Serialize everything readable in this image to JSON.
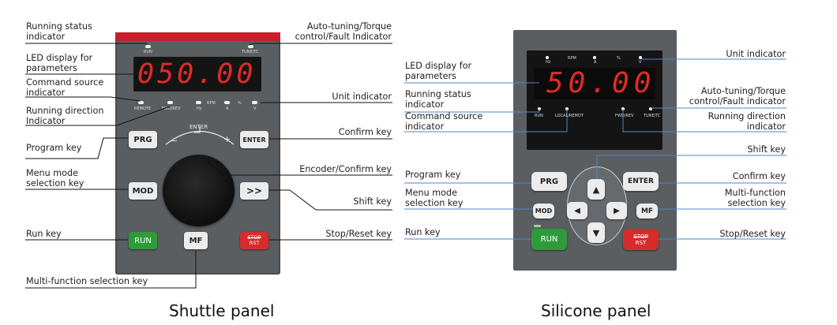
{
  "shuttle_panel": {
    "caption": "Shuttle panel",
    "display_value": "050.00",
    "indicators": {
      "run": "RUN",
      "tune": "TUNE/TC",
      "remote": "REMOTE",
      "fwdrev": "FWD/REV",
      "hz": "Hz",
      "a": "A",
      "v": "V",
      "rpm": "RPM",
      "pct": "%"
    },
    "keys": {
      "prg": "PRG",
      "enter": "ENTER",
      "mod": "MOD",
      "shift": ">>",
      "run": "RUN",
      "mf": "MF",
      "stop": "STOP",
      "rst": "RST"
    },
    "knob_enter_label": "ENTER",
    "knob_minus": "−",
    "knob_plus": "+",
    "labels": {
      "running_status": "Running status\nindicator",
      "led_display": "LED display for\nparameters",
      "command_source": "Command source\nindicator",
      "running_direction": "Running direction\nIndicator",
      "program_key": "Program key",
      "menu_mode": "Menu mode\nselection key",
      "run_key": "Run key",
      "multi_function": "Multi-function selection key",
      "auto_tuning": "Auto-tuning/Torque\ncontrol/Fault Indicator",
      "unit_indicator": "Unit indicator",
      "confirm_key": "Confirm key",
      "encoder_confirm": "Encoder/Confirm key",
      "shift_key": "Shift key",
      "stop_reset": "Stop/Reset key"
    }
  },
  "silicone_panel": {
    "caption": "Silicone panel",
    "display_value": "50.00",
    "indicators": {
      "hz": "Hz",
      "rpm": "RPM",
      "a": "A",
      "pct": "%",
      "v": "V",
      "run": "RUN",
      "local": "LOCAL/REMOT",
      "fwdrev": "FWD/REV",
      "tune": "TUNE/TC"
    },
    "keys": {
      "prg": "PRG",
      "enter": "ENTER",
      "mod": "MOD",
      "mf": "MF",
      "run": "RUN",
      "stop": "STOP",
      "rst": "RST",
      "up": "▲",
      "down": "▼",
      "left": "◀",
      "right": "▶"
    },
    "labels": {
      "led_display": "LED display for\nparameters",
      "running_status": "Running status\nindicator",
      "command_source": "Command source\nindicator",
      "program_key": "Program key",
      "menu_mode": "Menu mode\nselection key",
      "run_key": "Run key",
      "unit_indicator": "Unit indicator",
      "auto_tuning": "Auto-tuning/Torque\ncontrol/Fault indicator",
      "running_direction": "Running direction\nindicator",
      "shift_key": "Shift key",
      "confirm_key": "Confirm key",
      "multi_function": "Multi-function\nselection key",
      "stop_reset": "Stop/Reset key"
    }
  },
  "colors": {
    "panel": "#5b5e61",
    "panel_dark": "#3f4143",
    "red_strip": "#c8202a",
    "run_green": "#2e9b3a",
    "stop_red": "#d72c2c",
    "callout": "#4f86c6",
    "display_bg": "#141414"
  }
}
